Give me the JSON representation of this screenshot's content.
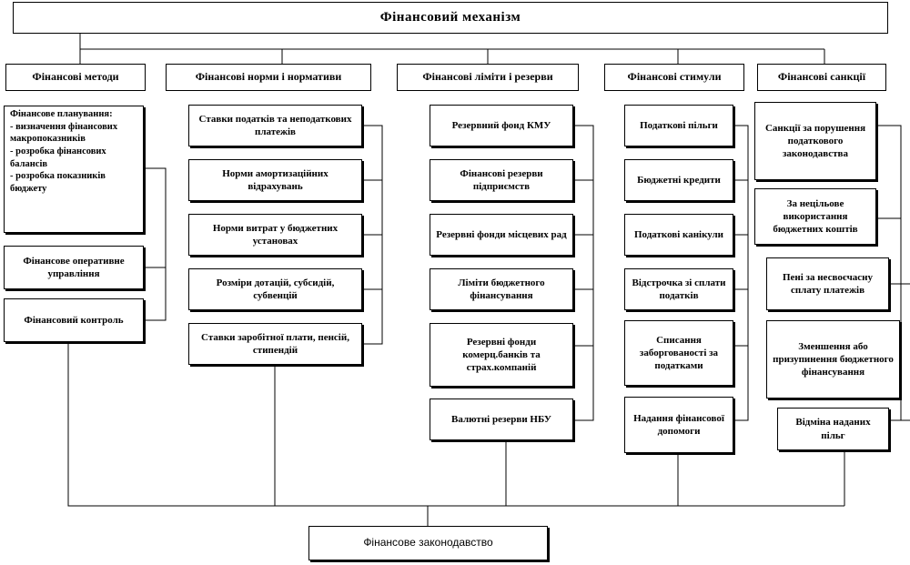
{
  "title": "Фінансовий механізм",
  "categories": {
    "methods": "Фінансові методи",
    "norms": "Фінансові норми і нормативи",
    "limits": "Фінансові ліміти і резерви",
    "stimuli": "Фінансові стимули",
    "sanctions": "Фінансові санкції"
  },
  "methods_items": [
    "Фінансове планування:\n- визначення фінансових макропоказників\n-  розробка  фінансових балансів\n-  розробка  показників бюджету",
    "Фінансове оперативне управління",
    "Фінансовий контроль"
  ],
  "norms_items": [
    "Ставки податків та неподаткових платежів",
    "Норми амортизаційних відрахувань",
    "Норми витрат у бюджетних установах",
    "Розміри дотацій, субсидій, субвенцій",
    "Ставки заробітної плати, пенсій, стипендій"
  ],
  "limits_items": [
    "Резервний фонд КМУ",
    "Фінансові резерви підприємств",
    "Резервні фонди місцевих рад",
    "Ліміти бюджетного фінансування",
    "Резервні фонди комерц.банків та страх.компаній",
    "Валютні резерви НБУ"
  ],
  "stimuli_items": [
    "Податкові пільги",
    "Бюджетні кредити",
    "Податкові канікули",
    "Відстрочка зі сплати податків",
    "Списання заборгованості за податками",
    "Надання фінансової допомоги"
  ],
  "sanctions_items": [
    "Санкції за порушення податкового законодавства",
    "За нецільове використання бюджетних коштів",
    "Пені за несвоєчасну сплату платежів",
    "Зменшення або призупинення бюджетного фінансування",
    "Відміна наданих пільг"
  ],
  "footer": "Фінансове законодавство"
}
